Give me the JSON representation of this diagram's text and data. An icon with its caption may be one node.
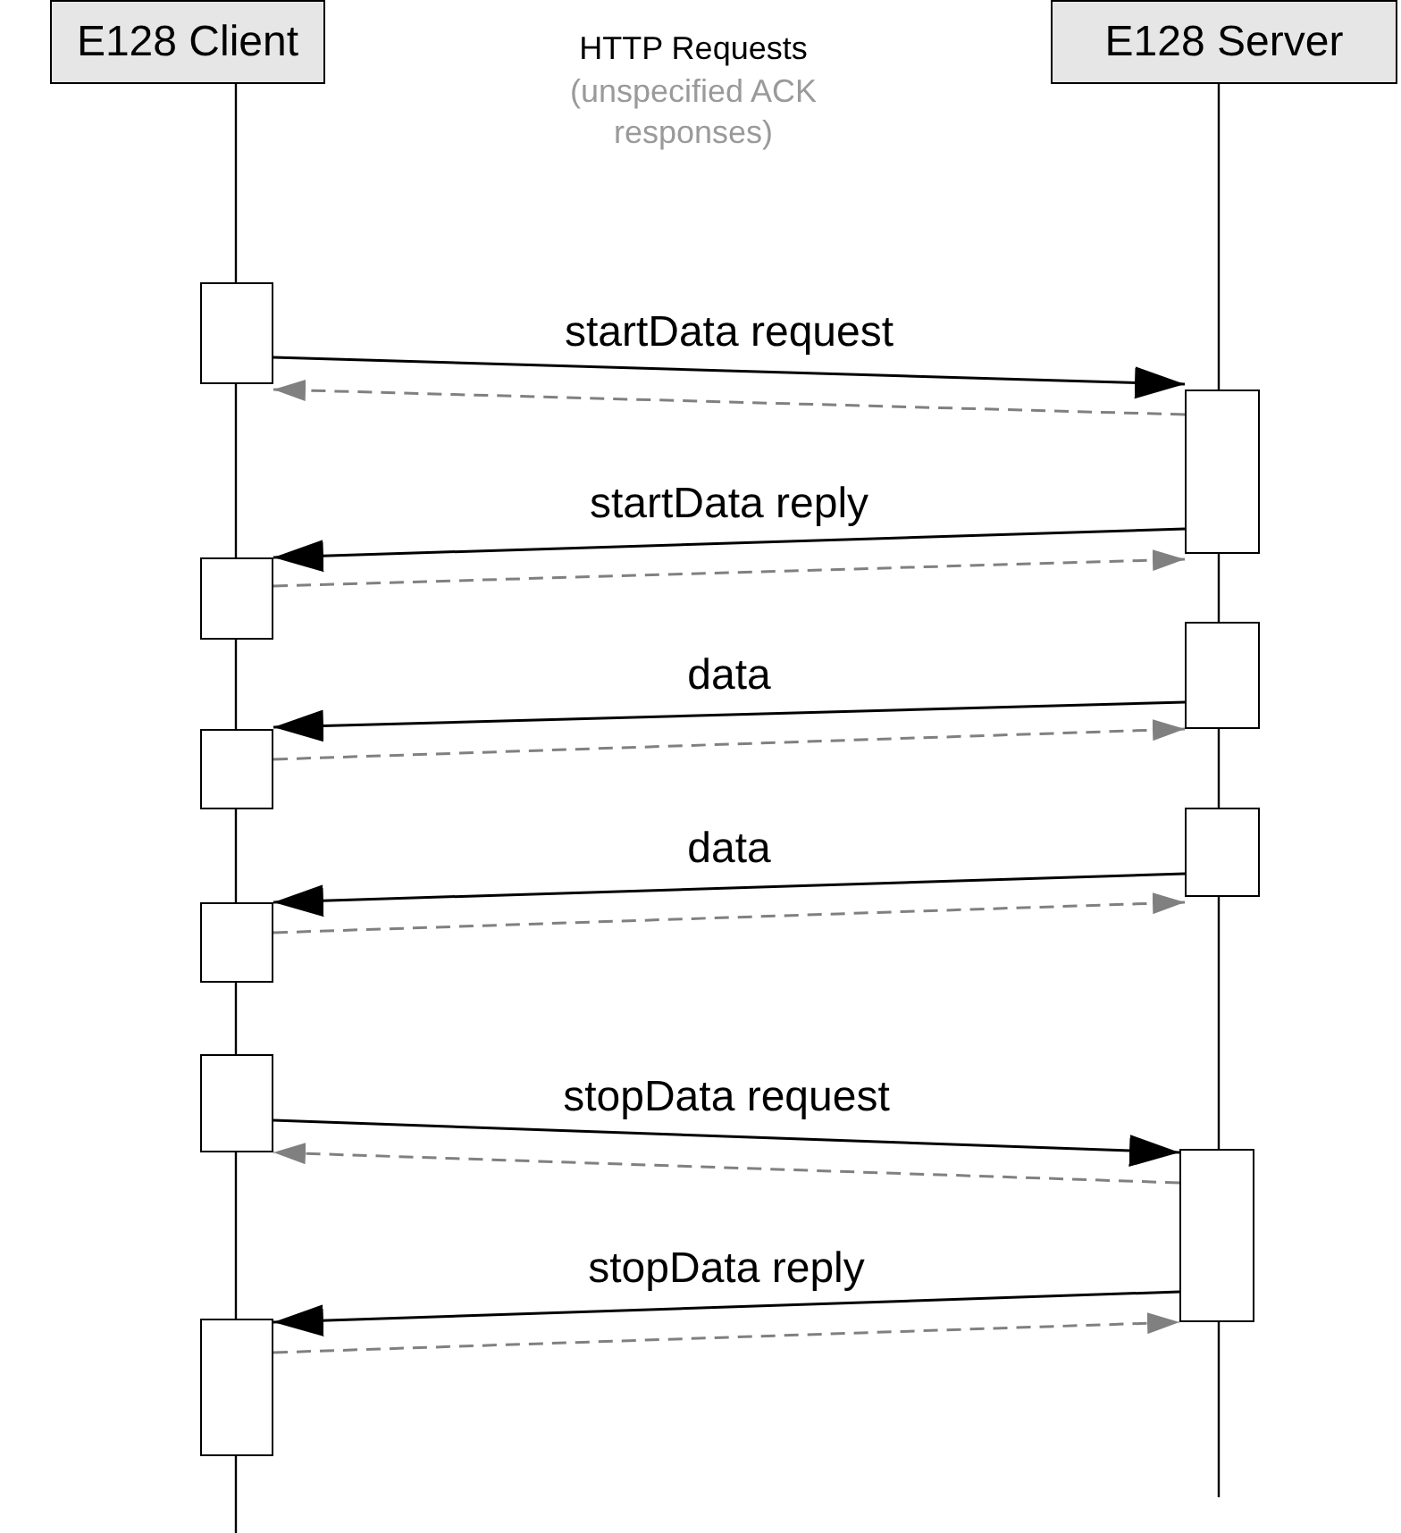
{
  "diagram": {
    "nodes": [
      {
        "text": [
          "E128 Client"
        ]
      },
      {
        "text": [
          "E128 Server"
        ]
      },
      {
        "text": [],
        "shape": "box"
      },
      {
        "text": [],
        "shape": "box"
      },
      {
        "text": [],
        "shape": "box"
      },
      {
        "text": [],
        "shape": "box"
      },
      {
        "text": [],
        "shape": "box"
      },
      {
        "text": [],
        "shape": "box"
      },
      {
        "text": [],
        "shape": "box"
      },
      {
        "text": [],
        "shape": "box"
      },
      {
        "text": [],
        "shape": "box"
      },
      {
        "text": [],
        "shape": "box"
      }
    ],
    "edges": [
      {
        "from": 2,
        "to": 3,
        "arrow": "to",
        "label": "startData request"
      },
      {
        "from": 3,
        "to": 2,
        "arrow": "to",
        "style": "dashed",
        "color": "#808080"
      },
      {
        "from": 3,
        "to": 4,
        "arrow": "to",
        "label": "startData reply"
      },
      {
        "from": 4,
        "to": 3,
        "arrow": "to",
        "style": "dashed",
        "color": "#808080"
      },
      {
        "from": 5,
        "to": 6,
        "arrow": "to",
        "label": "data"
      },
      {
        "from": 6,
        "to": 5,
        "arrow": "to",
        "style": "dashed",
        "color": "#808080"
      },
      {
        "from": 7,
        "to": 8,
        "arrow": "to",
        "label": "data"
      },
      {
        "from": 8,
        "to": 7,
        "arrow": "to",
        "style": "dashed",
        "color": "#808080"
      },
      {
        "from": 9,
        "to": 10,
        "arrow": "to",
        "label": "stopData request"
      },
      {
        "from": 10,
        "to": 9,
        "arrow": "to",
        "style": "dashed",
        "color": "#808080"
      },
      {
        "from": 10,
        "to": 11,
        "arrow": "to",
        "label": "stopData reply"
      },
      {
        "from": 11,
        "to": 10,
        "arrow": "to",
        "style": "dashed",
        "color": "#808080"
      }
    ],
    "labels": [
      "HTTP Requests",
      "(unspecified ACK responses)"
    ]
  }
}
